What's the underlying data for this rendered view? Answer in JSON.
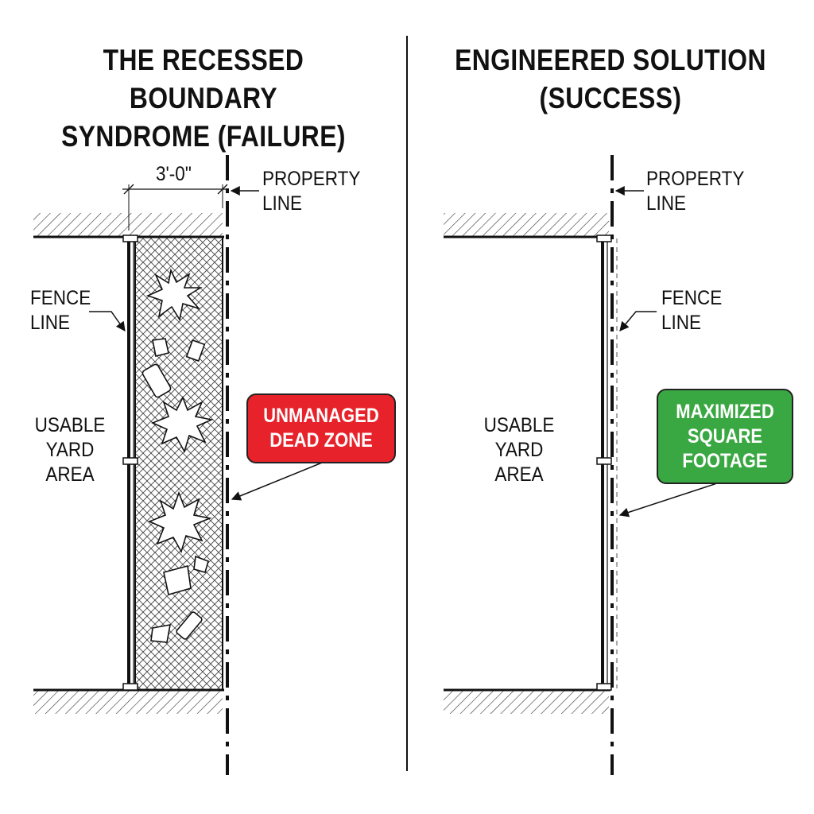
{
  "left": {
    "title_line1": "THE RECESSED BOUNDARY",
    "title_line2": "SYNDROME (FAILURE)",
    "dimension": "3'-0\"",
    "property_line_1": "PROPERTY",
    "property_line_2": "LINE",
    "fence_line_1": "FENCE",
    "fence_line_2": "LINE",
    "yard_1": "USABLE",
    "yard_2": "YARD",
    "yard_3": "AREA",
    "badge_line1": "UNMANAGED",
    "badge_line2": "DEAD ZONE",
    "badge_color": "#e8222a"
  },
  "right": {
    "title_line1": "ENGINEERED SOLUTION",
    "title_line2": "(SUCCESS)",
    "property_line_1": "PROPERTY",
    "property_line_2": "LINE",
    "fence_line_1": "FENCE",
    "fence_line_2": "LINE",
    "yard_1": "USABLE",
    "yard_2": "YARD",
    "yard_3": "AREA",
    "badge_line1": "MAXIMIZED",
    "badge_line2": "SQUARE",
    "badge_line3": "FOOTAGE",
    "badge_color": "#3aa842"
  }
}
